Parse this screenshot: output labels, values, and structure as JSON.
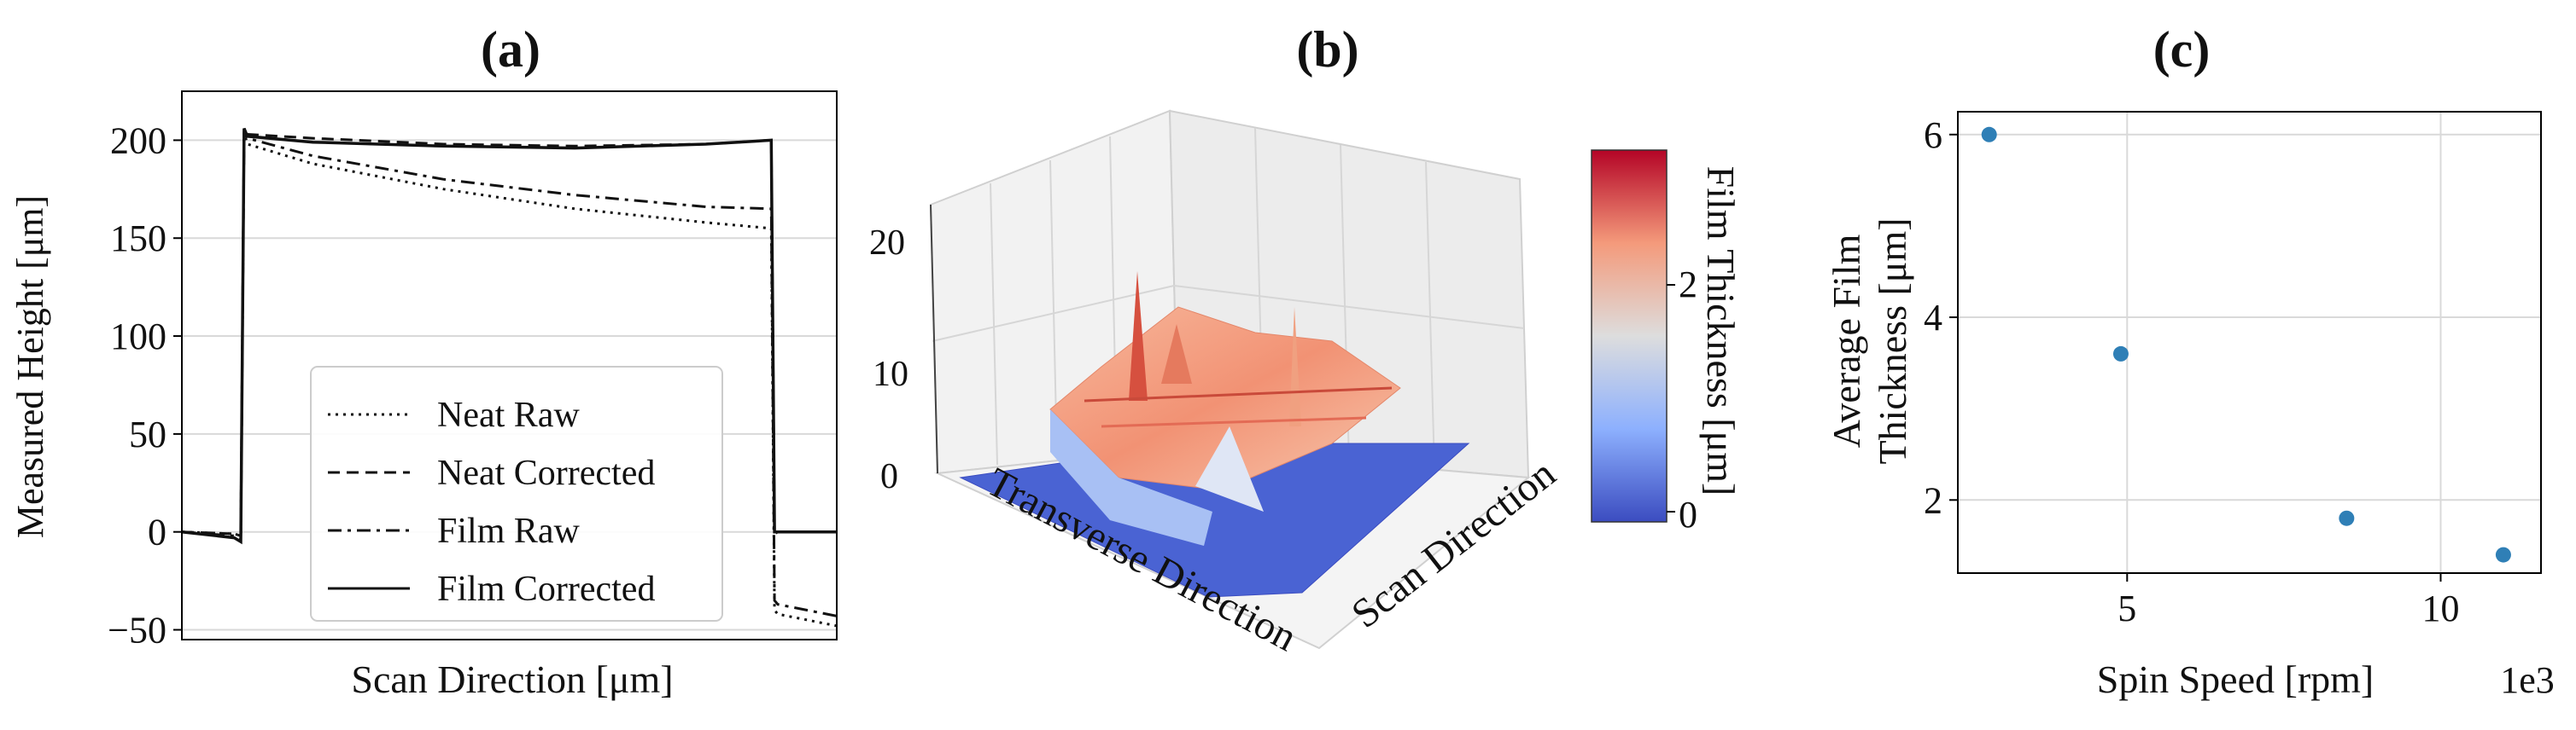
{
  "figure": {
    "panel_a": {
      "label": "(a)"
    },
    "panel_b": {
      "label": "(b)"
    },
    "panel_c": {
      "label": "(c)"
    }
  },
  "chart_data": [
    {
      "panel": "(a)",
      "type": "line",
      "xlabel": "Scan Direction [μm]",
      "ylabel": "Measured Height [μm]",
      "xlim": [
        0,
        100
      ],
      "ylim": [
        -55,
        225
      ],
      "yticks": [
        "−50",
        "0",
        "50",
        "100",
        "150",
        "200"
      ],
      "ytick_values": [
        -50,
        0,
        50,
        100,
        150,
        200
      ],
      "grid": true,
      "legend_placement": "lower-center",
      "series": [
        {
          "name": "Neat Raw",
          "style": "dotted",
          "x": [
            0,
            8,
            9,
            9.5,
            10,
            20,
            40,
            60,
            80,
            90,
            90.5,
            91,
            100
          ],
          "y": [
            0,
            -1,
            -2,
            204,
            198,
            188,
            175,
            165,
            158,
            155,
            -40,
            -42,
            -48
          ]
        },
        {
          "name": "Neat Corrected",
          "style": "dashed",
          "x": [
            0,
            8,
            9,
            9.5,
            10,
            20,
            40,
            60,
            80,
            90,
            90.5,
            91,
            100
          ],
          "y": [
            0,
            -1,
            -2,
            205,
            203,
            201,
            198,
            197,
            198,
            200,
            -1,
            0,
            0
          ]
        },
        {
          "name": "Film Raw",
          "style": "dashdot",
          "x": [
            0,
            8,
            9,
            9.5,
            10,
            20,
            40,
            60,
            80,
            90,
            90.5,
            91,
            100
          ],
          "y": [
            0,
            -2,
            -4,
            205,
            201,
            192,
            180,
            172,
            166,
            165,
            -35,
            -37,
            -43
          ]
        },
        {
          "name": "Film Corrected",
          "style": "solid",
          "x": [
            0,
            8,
            9,
            9.5,
            10,
            20,
            40,
            60,
            80,
            90,
            90.5,
            91,
            100
          ],
          "y": [
            0,
            -3,
            -5,
            206,
            202,
            199,
            197,
            196,
            198,
            200,
            0,
            0,
            0
          ]
        }
      ]
    },
    {
      "panel": "(b)",
      "type": "heatmap",
      "xlabel": "Transverse Direction",
      "ylabel": "Scan Direction",
      "zticks": [
        "0",
        "10",
        "20"
      ],
      "colorbar": {
        "label": "Film Thickness [μm]",
        "ticks": [
          "0",
          "2"
        ],
        "cmap": [
          "#3b4cc0",
          "#dddddd",
          "#b40426"
        ]
      }
    },
    {
      "panel": "(c)",
      "type": "scatter",
      "xlabel": "Spin Speed [rpm]",
      "ylabel_line1": "Average Film",
      "ylabel_line2": "Thickness [μm]",
      "offset_text": "1e3",
      "xlim": [
        2.3,
        11.6
      ],
      "ylim": [
        1.2,
        6.25
      ],
      "xticks": [
        5,
        10
      ],
      "yticks": [
        2,
        4,
        6
      ],
      "grid": true,
      "color": "#2f7fb6",
      "x": [
        2.8,
        4.9,
        8.5,
        11.0
      ],
      "y": [
        6.0,
        3.6,
        1.8,
        1.4
      ]
    }
  ]
}
